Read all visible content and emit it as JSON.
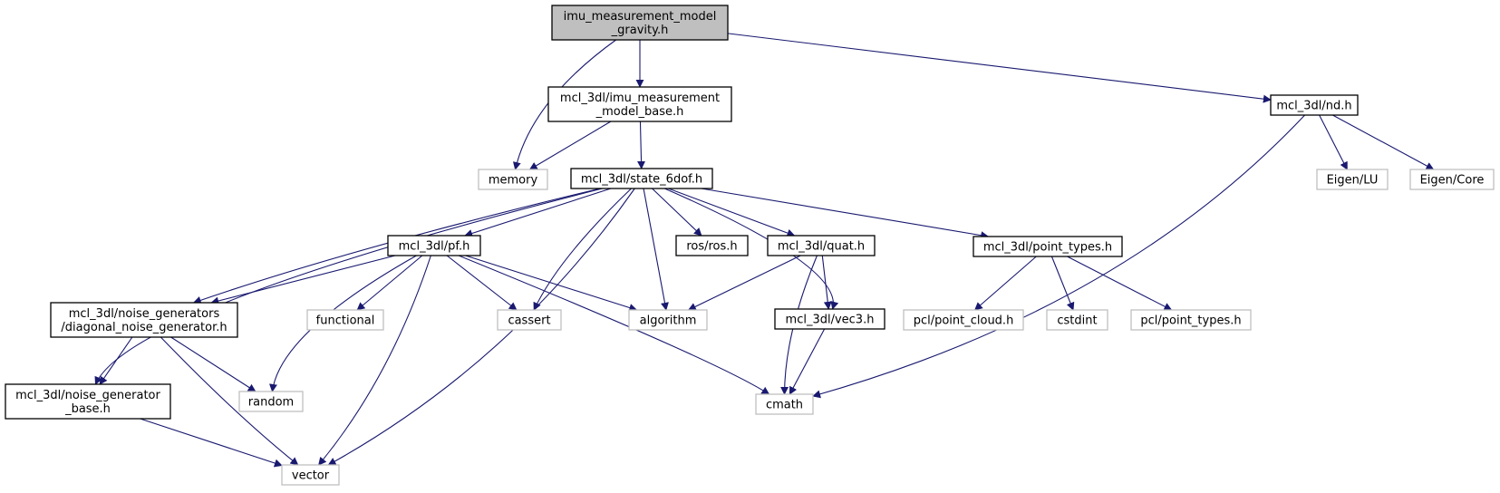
{
  "colors": {
    "edge": "#191970",
    "root_fill": "#bfbfbf",
    "node_border": "#000000",
    "external_border": "#bfbfbf",
    "text": "#000000"
  },
  "nodes": [
    {
      "id": "root",
      "lines": [
        "imu_measurement_model",
        "_gravity.h"
      ],
      "kind": "root"
    },
    {
      "id": "base",
      "lines": [
        "mcl_3dl/imu_measurement",
        "_model_base.h"
      ],
      "kind": "internal"
    },
    {
      "id": "nd",
      "lines": [
        "mcl_3dl/nd.h"
      ],
      "kind": "internal"
    },
    {
      "id": "memory",
      "lines": [
        "memory"
      ],
      "kind": "external"
    },
    {
      "id": "state",
      "lines": [
        "mcl_3dl/state_6dof.h"
      ],
      "kind": "internal"
    },
    {
      "id": "eigenlu",
      "lines": [
        "Eigen/LU"
      ],
      "kind": "external"
    },
    {
      "id": "eigencore",
      "lines": [
        "Eigen/Core"
      ],
      "kind": "external"
    },
    {
      "id": "pf",
      "lines": [
        "mcl_3dl/pf.h"
      ],
      "kind": "internal"
    },
    {
      "id": "ros",
      "lines": [
        "ros/ros.h"
      ],
      "kind": "internal"
    },
    {
      "id": "quat",
      "lines": [
        "mcl_3dl/quat.h"
      ],
      "kind": "internal"
    },
    {
      "id": "ptypes",
      "lines": [
        "mcl_3dl/point_types.h"
      ],
      "kind": "internal"
    },
    {
      "id": "noisegen",
      "lines": [
        "mcl_3dl/noise_generators",
        "/diagonal_noise_generator.h"
      ],
      "kind": "internal"
    },
    {
      "id": "functional",
      "lines": [
        "functional"
      ],
      "kind": "external"
    },
    {
      "id": "cassert",
      "lines": [
        "cassert"
      ],
      "kind": "external"
    },
    {
      "id": "algorithm",
      "lines": [
        "algorithm"
      ],
      "kind": "external"
    },
    {
      "id": "vec3",
      "lines": [
        "mcl_3dl/vec3.h"
      ],
      "kind": "internal"
    },
    {
      "id": "pcloud",
      "lines": [
        "pcl/point_cloud.h"
      ],
      "kind": "external"
    },
    {
      "id": "cstdint",
      "lines": [
        "cstdint"
      ],
      "kind": "external"
    },
    {
      "id": "pclptypes",
      "lines": [
        "pcl/point_types.h"
      ],
      "kind": "external"
    },
    {
      "id": "noisebase",
      "lines": [
        "mcl_3dl/noise_generator",
        "_base.h"
      ],
      "kind": "internal"
    },
    {
      "id": "random",
      "lines": [
        "random"
      ],
      "kind": "external"
    },
    {
      "id": "cmath",
      "lines": [
        "cmath"
      ],
      "kind": "external"
    },
    {
      "id": "vector",
      "lines": [
        "vector"
      ],
      "kind": "external"
    }
  ],
  "edges": [
    {
      "from": "root",
      "to": "memory"
    },
    {
      "from": "root",
      "to": "base"
    },
    {
      "from": "root",
      "to": "nd"
    },
    {
      "from": "base",
      "to": "memory"
    },
    {
      "from": "base",
      "to": "state"
    },
    {
      "from": "nd",
      "to": "cmath"
    },
    {
      "from": "nd",
      "to": "eigenlu"
    },
    {
      "from": "nd",
      "to": "eigencore"
    },
    {
      "from": "state",
      "to": "pf"
    },
    {
      "from": "state",
      "to": "ros"
    },
    {
      "from": "state",
      "to": "quat"
    },
    {
      "from": "state",
      "to": "ptypes"
    },
    {
      "from": "state",
      "to": "noisegen"
    },
    {
      "from": "state",
      "to": "noisebase"
    },
    {
      "from": "state",
      "to": "cassert"
    },
    {
      "from": "state",
      "to": "algorithm"
    },
    {
      "from": "state",
      "to": "vector"
    },
    {
      "from": "state",
      "to": "vec3"
    },
    {
      "from": "pf",
      "to": "noisegen"
    },
    {
      "from": "pf",
      "to": "functional"
    },
    {
      "from": "pf",
      "to": "cassert"
    },
    {
      "from": "pf",
      "to": "algorithm"
    },
    {
      "from": "pf",
      "to": "random"
    },
    {
      "from": "pf",
      "to": "vector"
    },
    {
      "from": "pf",
      "to": "cmath"
    },
    {
      "from": "quat",
      "to": "algorithm"
    },
    {
      "from": "quat",
      "to": "vec3"
    },
    {
      "from": "quat",
      "to": "cmath"
    },
    {
      "from": "vec3",
      "to": "cmath"
    },
    {
      "from": "ptypes",
      "to": "pcloud"
    },
    {
      "from": "ptypes",
      "to": "cstdint"
    },
    {
      "from": "ptypes",
      "to": "pclptypes"
    },
    {
      "from": "noisegen",
      "to": "noisebase"
    },
    {
      "from": "noisegen",
      "to": "random"
    },
    {
      "from": "noisegen",
      "to": "vector"
    },
    {
      "from": "noisebase",
      "to": "vector"
    }
  ]
}
